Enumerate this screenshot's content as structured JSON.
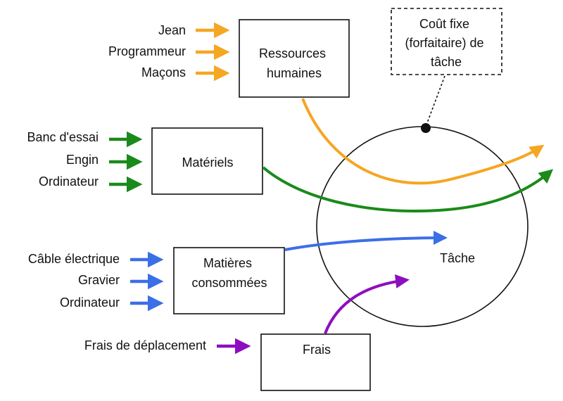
{
  "colors": {
    "human": "#F5A623",
    "material": "#1A8A1A",
    "consumed": "#3B6FE8",
    "costs": "#8E0EBF",
    "outline": "#111111"
  },
  "inputs": {
    "human": [
      "Jean",
      "Programmeur",
      "Maçons"
    ],
    "material": [
      "Banc d'essai",
      "Engin",
      "Ordinateur"
    ],
    "consumed": [
      "Câble électrique",
      "Gravier",
      "Ordinateur"
    ],
    "costs": [
      "Frais de déplacement"
    ]
  },
  "boxes": {
    "human": [
      "Ressources",
      "humaines"
    ],
    "material": [
      "Matériels"
    ],
    "consumed": [
      "Matières",
      "consommées"
    ],
    "costs": [
      "Frais"
    ],
    "fixed_cost": [
      "Coût fixe",
      "(forfaitaire) de",
      "tâche"
    ]
  },
  "task_label": "Tâche"
}
